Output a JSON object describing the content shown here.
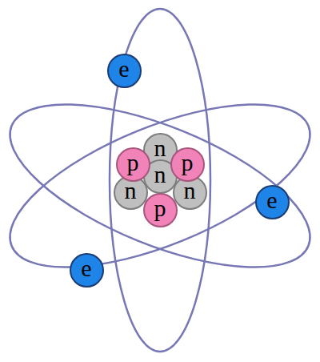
{
  "diagram": {
    "nodes": [
      {
        "text": [
          "e"
        ]
      },
      {
        "text": [
          "n"
        ]
      },
      {
        "text": [
          "p"
        ]
      },
      {
        "text": [
          "n"
        ]
      },
      {
        "text": [
          "p"
        ]
      },
      {
        "text": [
          "n"
        ]
      },
      {
        "text": [
          "n"
        ]
      },
      {
        "text": [
          "p"
        ]
      },
      {
        "text": [
          "e"
        ]
      },
      {
        "text": [
          "e"
        ]
      }
    ]
  }
}
